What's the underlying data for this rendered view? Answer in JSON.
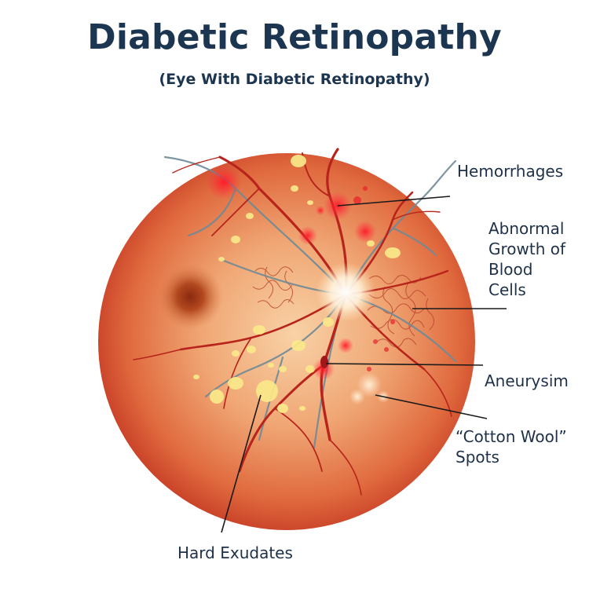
{
  "title": "Diabetic Retinopathy",
  "subtitle": "(Eye With Diabetic Retinopathy)",
  "labels": {
    "hemorrhages": "Hemorrhages",
    "abnormal_growth": [
      "Abnormal",
      "Growth of",
      "Blood",
      "Cells"
    ],
    "aneurysim": "Aneurysim",
    "cotton_wool": [
      "“Cotton Wool”",
      "Spots"
    ],
    "hard_exudates": "Hard Exudates"
  },
  "colors": {
    "retina_center": "#f6c79a",
    "retina_edge": "#c8402a",
    "vessel": "#b8241c",
    "vein": "#6f8a96",
    "exudate": "#fbe98a",
    "hemorrhage": "#e8202a",
    "callout_line": "#1a1a1a"
  }
}
